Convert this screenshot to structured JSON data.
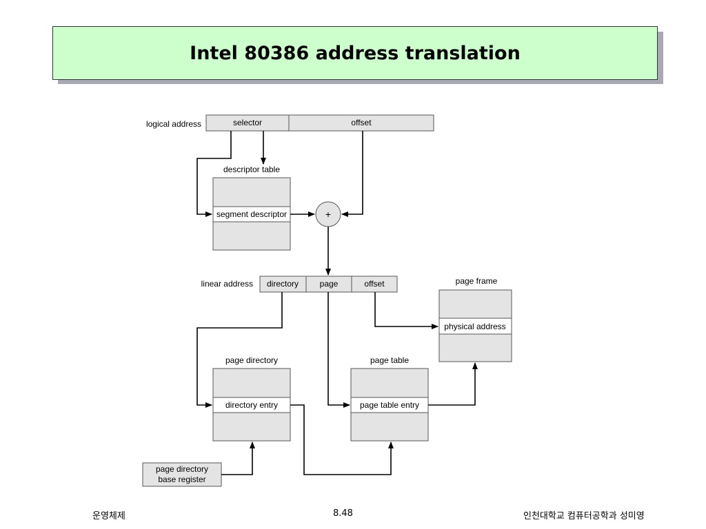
{
  "slide": {
    "title": "Intel 80386 address translation"
  },
  "diagram": {
    "logical_address": {
      "label": "logical address",
      "fields": [
        "selector",
        "offset"
      ]
    },
    "descriptor_table": {
      "label": "descriptor table",
      "entry": "segment descriptor"
    },
    "adder": {
      "symbol": "+"
    },
    "linear_address": {
      "label": "linear address",
      "fields": [
        "directory",
        "page",
        "offset"
      ]
    },
    "page_frame": {
      "label": "page frame",
      "entry": "physical address"
    },
    "page_directory": {
      "label": "page directory",
      "entry": "directory entry"
    },
    "page_table": {
      "label": "page table",
      "entry": "page table entry"
    },
    "base_register": {
      "line1": "page directory",
      "line2": "base register"
    }
  },
  "footer": {
    "left": "운영체제",
    "center": "8.48",
    "right": "인천대학교 컴퓨터공학과 성미영"
  }
}
